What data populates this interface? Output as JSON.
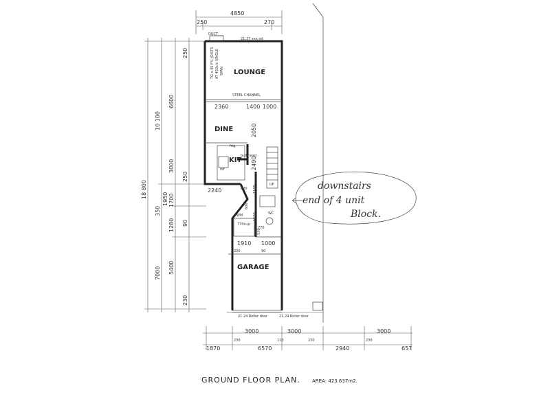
{
  "plan": {
    "title": "GROUND FLOOR PLAN.",
    "area": "AREA: 423.637m2.",
    "rooms": {
      "lounge": "LOUNGE",
      "dine": "DINE",
      "kit": "KIT",
      "garage": "GARAGE",
      "wc": "WC"
    },
    "labels": {
      "duct": "DUCT",
      "steel_channel": "STEEL CHANNEL",
      "joists": "TG x 45 F% JOISTS",
      "joists2": "AT 450c/c SINGLE",
      "joists3": "SPAN",
      "bulkhead": "bulkhead",
      "wm": "WM",
      "cup": "770cup",
      "frig": "frig",
      "ref": "ref",
      "roller_left": "21.24 Roller door",
      "roller_right": "21.24 Roller door",
      "up": "UP"
    },
    "top_dims": {
      "overall": "4850",
      "left": "250",
      "right": "270"
    },
    "left_dims": {
      "d18800": "18 800",
      "d10100": "10 100",
      "d6600": "6600",
      "d3000": "3000",
      "d1950": "1950",
      "d1700": "1700",
      "d1280": "1280",
      "d350": "350",
      "d7000": "7000",
      "d5400": "5400",
      "d250a": "250",
      "d250b": "250",
      "d90": "90",
      "d230": "230"
    },
    "inner_dims": {
      "d2360": "2360",
      "d1400": "1400",
      "d1000a": "1000",
      "d2050": "2050",
      "d2490": "2490",
      "d2240": "2240",
      "d820": "820",
      "d1100": "1100",
      "d600": "600",
      "d1500": "1500",
      "d1910": "1910",
      "d1000b": "1000",
      "d230": "230",
      "d90": "90",
      "d770": "770",
      "d530": "530",
      "d2127": "21.27 xxx pd"
    },
    "bottom_dims": {
      "row1": [
        "230",
        "3000",
        "110",
        "3000",
        "230",
        "230",
        "3000"
      ],
      "row2": [
        "1870",
        "6570",
        "2940",
        "657"
      ]
    },
    "note": {
      "line1": "downstairs",
      "line2": "end of 4 unit",
      "line3": "Block."
    }
  }
}
